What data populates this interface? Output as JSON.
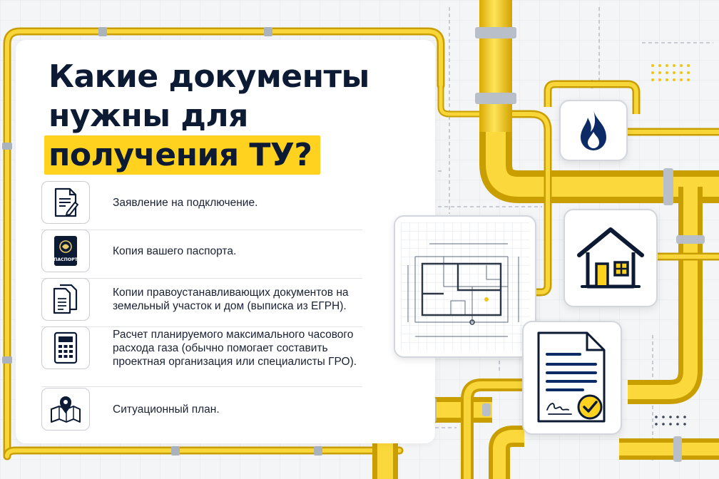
{
  "headline": {
    "line1": "Какие документы",
    "line2": "нужны для",
    "line3": "получения ТУ?"
  },
  "accent_color": "#ffd21f",
  "text_color": "#0c1a33",
  "pipe_color": "#f5cd1e",
  "documents": [
    {
      "icon": "application-form-icon",
      "text": "Заявление на подключение."
    },
    {
      "icon": "passport-icon",
      "badge": "ПАСПОРТ",
      "text": "Копия вашего паспорта."
    },
    {
      "icon": "document-copies-icon",
      "text": "Копии правоустанавливающих документов на земельный участок и дом (выписка из ЕГРН)."
    },
    {
      "icon": "calculator-icon",
      "text": "Расчет планируемого максимального часового расхода газа (обычно помогает составить проектная организация или специалисты ГРО)."
    },
    {
      "icon": "map-pin-icon",
      "text": "Ситуационный план."
    }
  ],
  "cards": {
    "gas": "gas-flame-icon",
    "blueprint": "blueprint-plan-icon",
    "house": "house-icon",
    "approved": "approved-document-icon"
  }
}
